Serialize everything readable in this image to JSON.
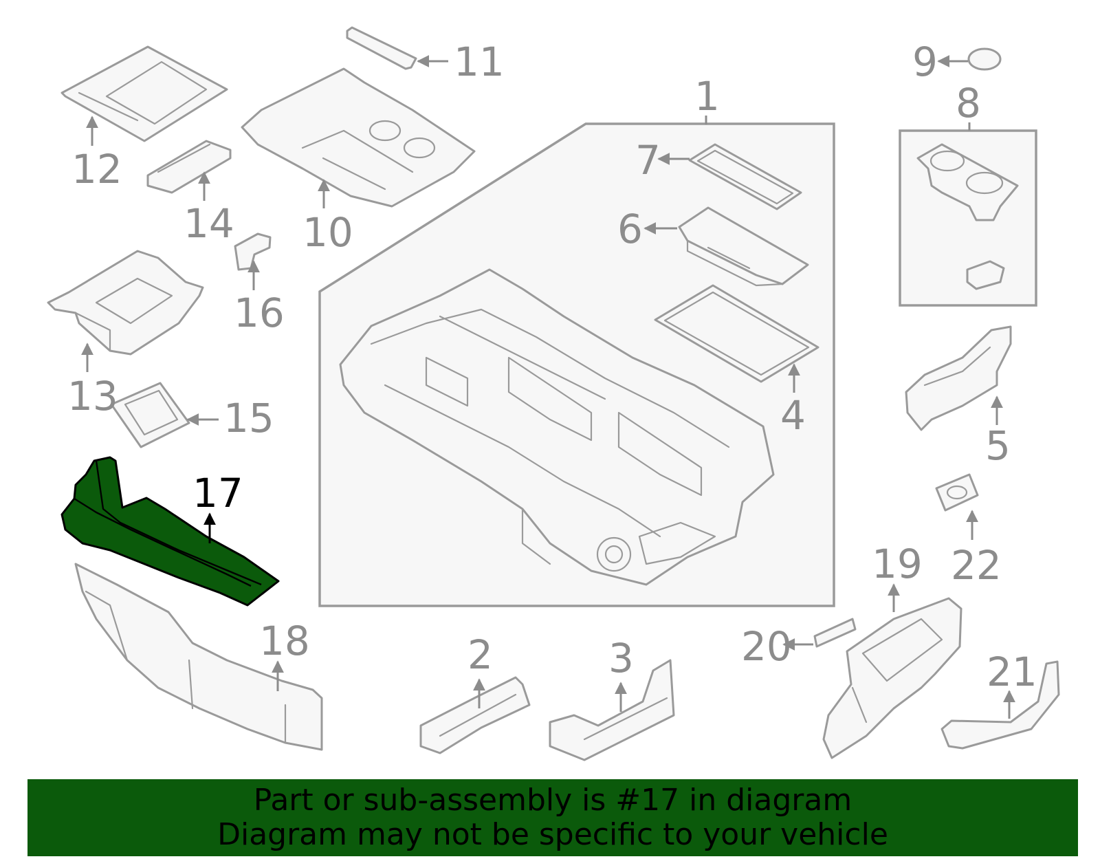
{
  "diagram": {
    "labels": {
      "p1": "1",
      "p2": "2",
      "p3": "3",
      "p4": "4",
      "p5": "5",
      "p6": "6",
      "p7": "7",
      "p8": "8",
      "p9": "9",
      "p10": "10",
      "p11": "11",
      "p12": "12",
      "p13": "13",
      "p14": "14",
      "p15": "15",
      "p16": "16",
      "p17": "17",
      "p18": "18",
      "p19": "19",
      "p20": "20",
      "p21": "21",
      "p22": "22"
    },
    "highlighted_part": "17",
    "colors": {
      "highlight": "#0b5a0b",
      "outline": "#9a9a9a",
      "label": "#8c8c8c"
    }
  },
  "banner": {
    "line1": "Part or sub-assembly is #17 in diagram",
    "line2": "Diagram may not be specific to your vehicle"
  }
}
